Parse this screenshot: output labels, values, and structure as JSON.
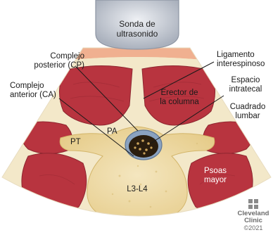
{
  "labels": {
    "probe_line1": "Sonda de",
    "probe_line2": "ultrasonido",
    "posterior_complex_line1": "Complejo",
    "posterior_complex_line2": "posterior (CP)",
    "anterior_complex_line1": "Complejo",
    "anterior_complex_line2": "anterior (CA)",
    "interspinous_ligament_line1": "Ligamento",
    "interspinous_ligament_line2": "interespinoso",
    "erector_spinae_line1": "Erector de",
    "erector_spinae_line2": "la columna",
    "intrathecal_space_line1": "Espacio",
    "intrathecal_space_line2": "intratecal",
    "quadratus_lumborum_line1": "Cuadrado",
    "quadratus_lumborum_line2": "lumbar",
    "articular_process": "PA",
    "transverse_process": "PT",
    "psoas_major_line1": "Psoas",
    "psoas_major_line2": "mayor",
    "vertebral_level": "L3-L4"
  },
  "logo": {
    "name_line1": "Cleveland",
    "name_line2": "Clinic",
    "copyright": "©2021"
  },
  "colors": {
    "muscle": "#b8343f",
    "fascia": "#f3e8c9",
    "bone": "#f0dca6",
    "background": "#ffffff",
    "probe": "#b9c0cc"
  }
}
